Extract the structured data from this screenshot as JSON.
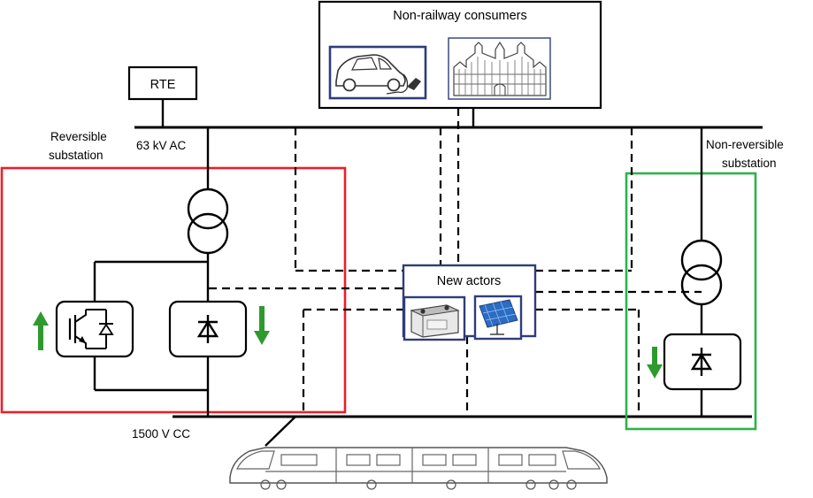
{
  "labels": {
    "non_railway_consumers": "Non-railway consumers",
    "rte": "RTE",
    "reversible_substation_line1": "Reversible",
    "reversible_substation_line2": "substation",
    "ac_voltage": "63 kV AC",
    "non_reversible_line1": "Non-reversible",
    "non_reversible_line2": "substation",
    "new_actors": "New actors",
    "dc_voltage": "1500 V CC"
  },
  "icons": {
    "electric_car": "electric-car-icon",
    "building": "building-icon",
    "battery": "battery-icon",
    "solar_panel": "solar-panel-icon",
    "transformer": "transformer-icon",
    "igbt_converter": "igbt-converter-icon",
    "diode_rectifier": "diode-rectifier-icon",
    "train": "train-icon",
    "arrow_up": "arrow-up-icon",
    "arrow_down": "arrow-down-icon"
  },
  "colors": {
    "reversible_frame": "#e8202a",
    "non_reversible_frame": "#2db34a",
    "arrows": "#2e9a2e",
    "actor_frame": "#2e3d7a"
  }
}
